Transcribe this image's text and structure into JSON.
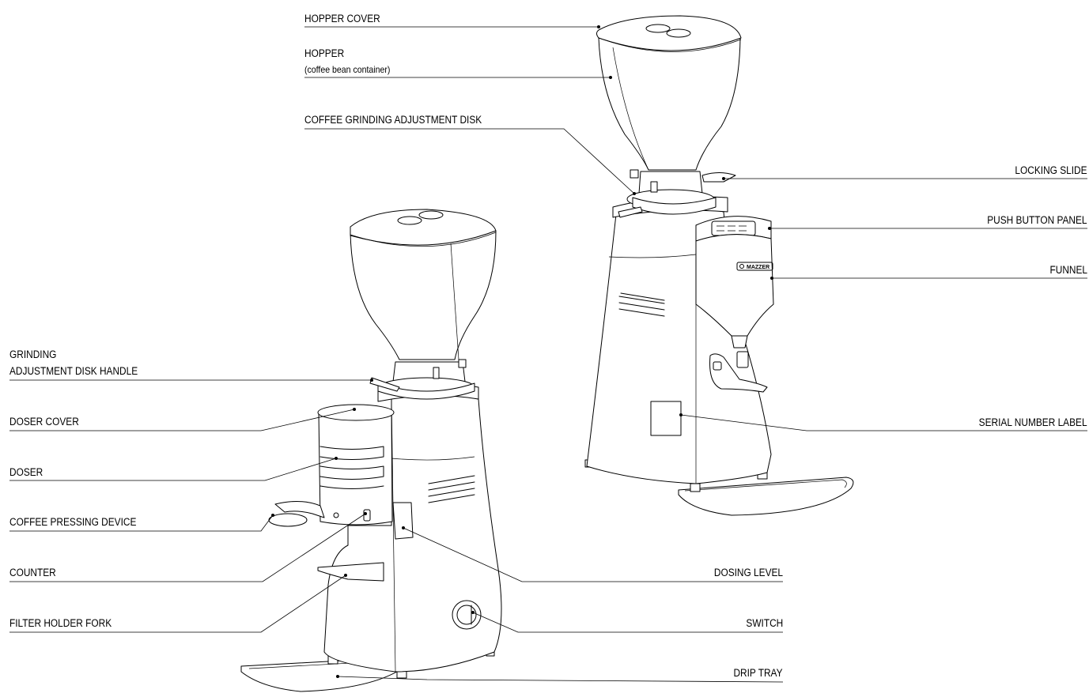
{
  "labels": {
    "hopper_cover": "HOPPER COVER",
    "hopper": "HOPPER",
    "hopper_sub": "(coffee bean container)",
    "coffee_grinding_adjustment_disk": "COFFEE GRINDING ADJUSTMENT DISK",
    "locking_slide": "LOCKING SLIDE",
    "push_button_panel": "PUSH BUTTON PANEL",
    "funnel": "FUNNEL",
    "serial_number_label": "SERIAL NUMBER LABEL",
    "grinding_adjustment_disk_handle_line1": "GRINDING",
    "grinding_adjustment_disk_handle_line2": "ADJUSTMENT DISK HANDLE",
    "doser_cover": "DOSER COVER",
    "doser": "DOSER",
    "coffee_pressing_device": "COFFEE PRESSING DEVICE",
    "counter": "COUNTER",
    "filter_holder_fork": "FILTER HOLDER FORK",
    "dosing_level": "DOSING LEVEL",
    "switch": "SWITCH",
    "drip_tray": "DRIP TRAY"
  },
  "brand_text": "MAZZER",
  "colors": {
    "ink": "#000000",
    "background": "#ffffff"
  }
}
